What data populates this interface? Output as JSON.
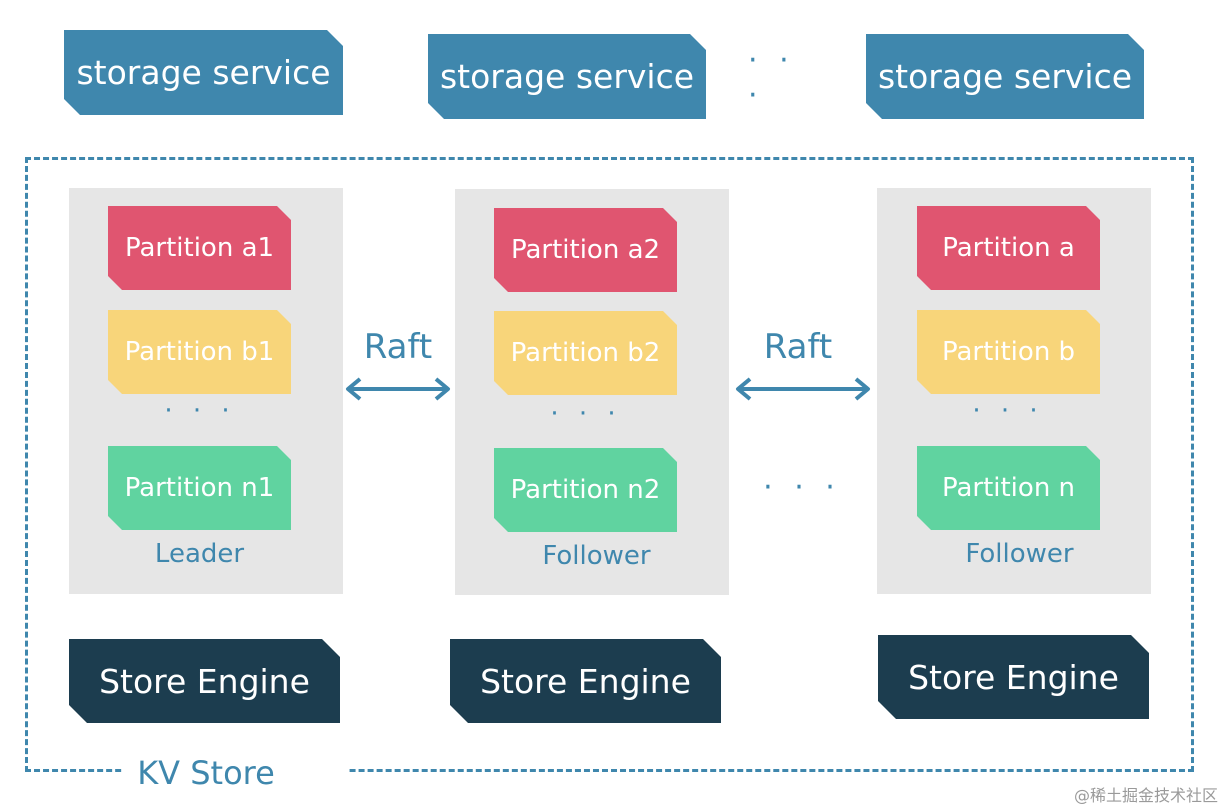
{
  "colors": {
    "accent": "#3f87ad",
    "service_box": "#3f87ad",
    "panel": "#e6e6e6",
    "partition_a": "#e05570",
    "partition_b": "#f8d57a",
    "partition_n": "#60d3a0",
    "engine": "#1c3d4f"
  },
  "services": [
    {
      "label": "storage service"
    },
    {
      "label": "storage service"
    },
    {
      "label": "storage service"
    }
  ],
  "services_ellipsis": "· · ·",
  "kv_store_label": "KV Store",
  "raft_labels": [
    "Raft",
    "Raft"
  ],
  "middle_ellipsis": "· · ·",
  "nodes": [
    {
      "partitions": [
        "Partition a1",
        "Partition b1",
        "Partition n1"
      ],
      "ellipsis": "· · ·",
      "role": "Leader",
      "engine": "Store Engine"
    },
    {
      "partitions": [
        "Partition a2",
        "Partition b2",
        "Partition n2"
      ],
      "ellipsis": "· · ·",
      "role": "Follower",
      "engine": "Store Engine"
    },
    {
      "partitions": [
        "Partition a",
        "Partition b",
        "Partition n"
      ],
      "ellipsis": "· · ·",
      "role": "Follower",
      "engine": "Store Engine"
    }
  ],
  "watermark": "@稀土掘金技术社区",
  "icons": {
    "raft_arrow": "double-headed-arrow-icon"
  }
}
